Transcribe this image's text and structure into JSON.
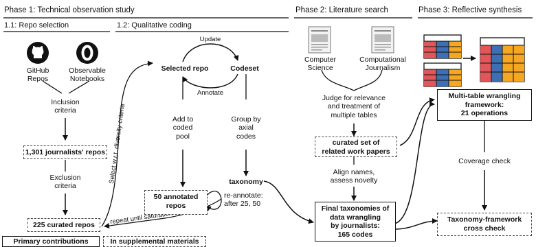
{
  "phases": {
    "phase1": "Phase 1: Technical observation study",
    "phase2": "Phase 2: Literature search",
    "phase3": "Phase 3: Reflective synthesis"
  },
  "subphases": {
    "repo_selection": "1.1: Repo selection",
    "qualitative_coding": "1.2: Qualitative coding"
  },
  "sources": {
    "github": "GitHub\nRepos",
    "observable": "Observable\nNotebooks",
    "computer_science": "Computer\nScience",
    "computational_journalism": "Computational\nJournalism"
  },
  "phase1_flow": {
    "inclusion": "Inclusion\ncriteria",
    "journalists_repos": "1,301 journalists' repos",
    "exclusion": "Exclusion\ncriteria",
    "curated_repos": "225 curated repos",
    "select_diversity": "Select w.r.t. diversity criteria",
    "repeat_until": "repeat until saturation"
  },
  "coding": {
    "update": "Update",
    "annotate": "Annotate",
    "selected_repo": "Selected repo",
    "codeset": "Codeset",
    "add_to_pool": "Add to\ncoded\npool",
    "group_by": "Group by\naxial\ncodes",
    "taxonomy": "taxonomy",
    "annotated_repos": "50 annotated\nrepos",
    "reannotate": "re-annotate:\nafter 25, 50"
  },
  "phase2_flow": {
    "judge": "Judge for relevance\nand treatment of\nmultiple tables",
    "curated_papers": "curated set of\nrelated work papers",
    "align": "Align names,\nassess novelty",
    "final_taxonomies": "Final taxonomies of\ndata wrangling\nby journalists:\n165 codes"
  },
  "phase3_flow": {
    "framework": "Multi-table wrangling\nframework:\n21 operations",
    "coverage": "Coverage check",
    "cross_check": "Taxonomy-framework\ncross check"
  },
  "legend": {
    "primary": "Primary contributions",
    "supplemental": "In supplemental materials"
  },
  "colors": {
    "table_red": "#e15759",
    "table_blue": "#3d6fb4",
    "table_orange": "#f5a623"
  },
  "icons": {
    "github": "github-icon",
    "observable": "observable-icon",
    "paper": "paper-document-icon",
    "table": "table-icon"
  }
}
